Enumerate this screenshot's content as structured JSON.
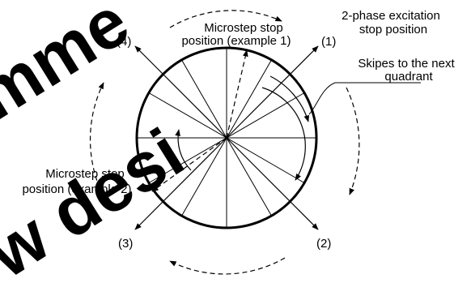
{
  "watermark": {
    "lines": [
      "mme",
      "w desi"
    ],
    "color": "#ff0033"
  },
  "labels": {
    "quadrant_1": "(1)",
    "quadrant_2": "(2)",
    "quadrant_3": "(3)",
    "quadrant_4": "(4)",
    "example_1_line1": "Microstep stop",
    "example_1_line2": "position (example 1)",
    "two_phase_line1": "2-phase excitation",
    "two_phase_line2": "stop position",
    "skip_line1": "Skipes to the next",
    "skip_line2": "quadrant",
    "example_2_line1": "Microstep stop",
    "example_2_line2": "position (example 2)"
  },
  "colors": {
    "ink": "#000000",
    "background": "#ffffff"
  }
}
